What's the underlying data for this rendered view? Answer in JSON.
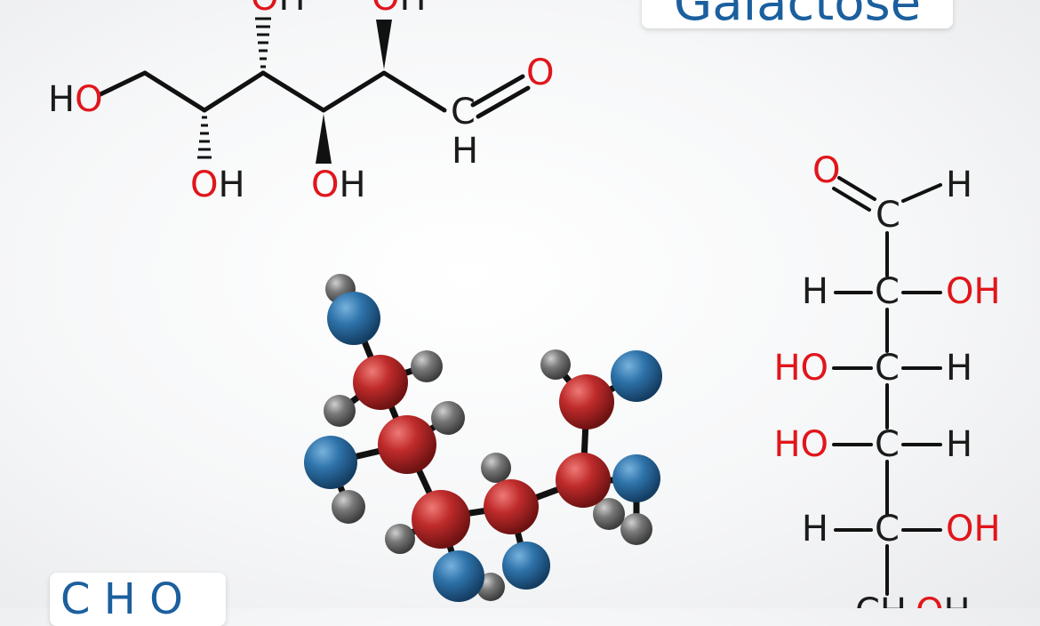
{
  "title": "Galactose",
  "formula": "C H O",
  "colors": {
    "text": "#1b1b1b",
    "oxygen_label": "#e0161b",
    "title": "#1b5f9e",
    "atom_carbon": "#b52525",
    "atom_oxygen": "#2a6fa6",
    "atom_hydrogen": "#6e6e6e",
    "bond": "#111111"
  },
  "skeletal": {
    "hydroxyl_left": {
      "h": "H",
      "o": "O"
    },
    "oh_top_1": {
      "o": "O",
      "h": "H"
    },
    "oh_top_2": {
      "o": "O",
      "h": "H"
    },
    "oh_bottom_1": {
      "o": "O",
      "h": "H"
    },
    "oh_bottom_2": {
      "o": "O",
      "h": "H"
    },
    "aldehyde_o": "O",
    "aldehyde_c": "C",
    "aldehyde_h": "H"
  },
  "fischer": {
    "aldehyde": {
      "o": "O",
      "c": "C",
      "h": "H"
    },
    "rows": [
      {
        "left": "H",
        "left_color": "text",
        "center": "C",
        "right": "OH",
        "right_color": "oxygen_label"
      },
      {
        "left": "HO",
        "left_color": "oxygen_label",
        "center": "C",
        "right": "H",
        "right_color": "text"
      },
      {
        "left": "HO",
        "left_color": "oxygen_label",
        "center": "C",
        "right": "H",
        "right_color": "text"
      },
      {
        "left": "H",
        "left_color": "text",
        "center": "C",
        "right": "OH",
        "right_color": "oxygen_label"
      }
    ],
    "bottom": {
      "ch": "CH",
      "o": "O",
      "h": "H"
    }
  }
}
